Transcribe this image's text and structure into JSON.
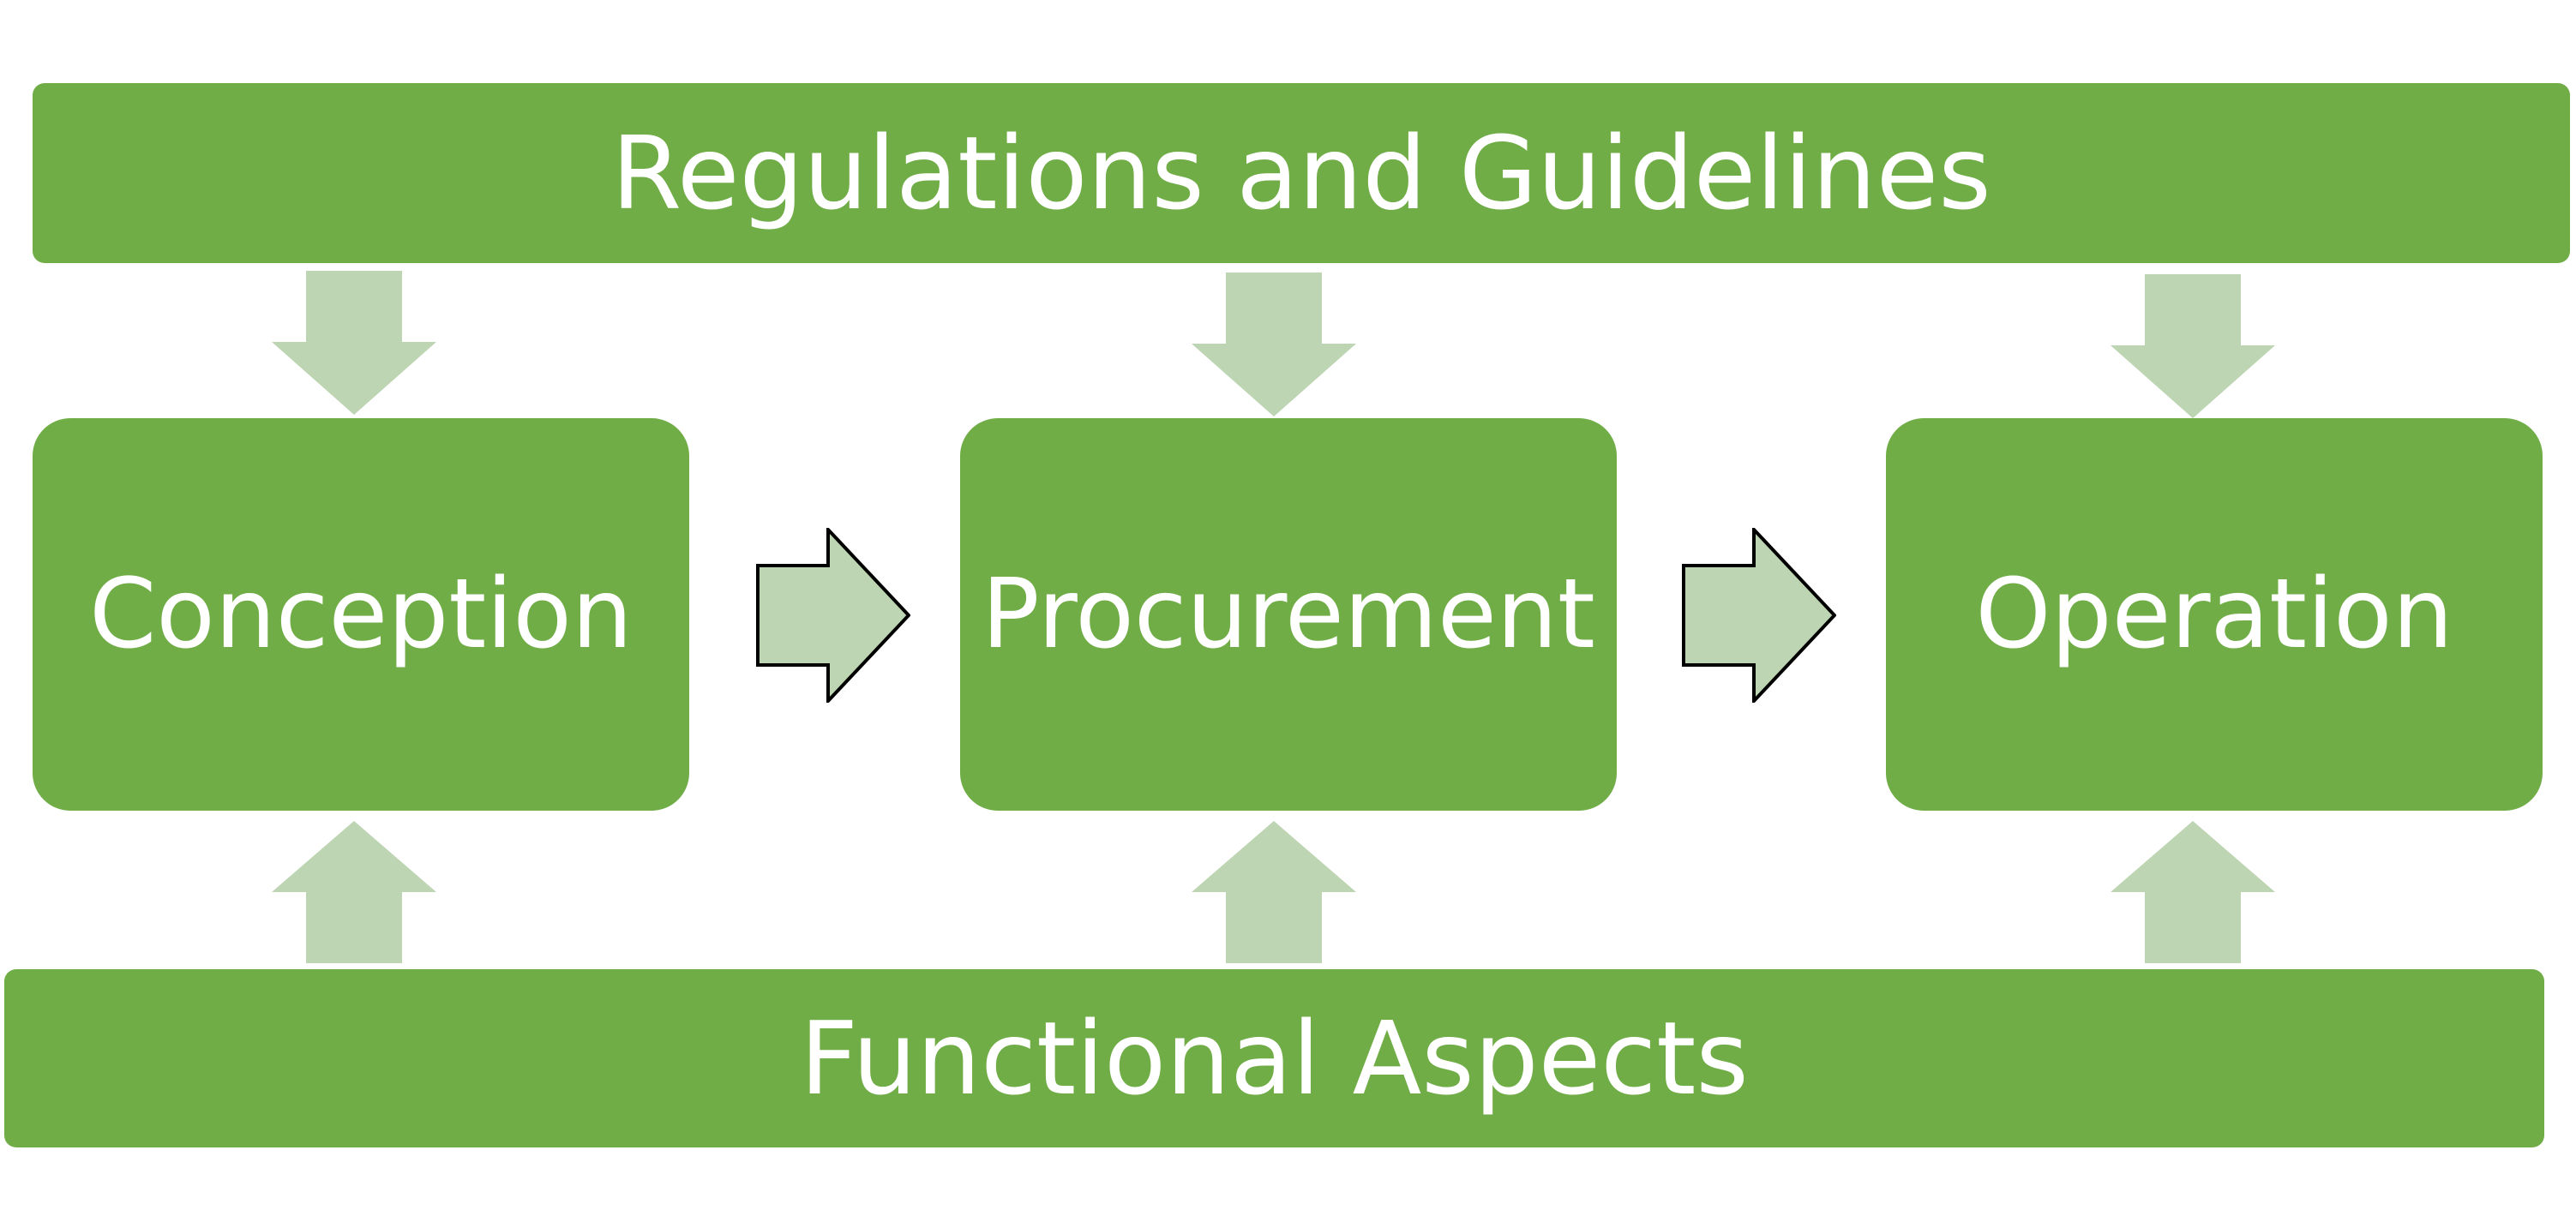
{
  "diagram": {
    "top_banner": "Regulations and Guidelines",
    "bottom_banner": "Functional Aspects",
    "stages": [
      {
        "label": "Conception"
      },
      {
        "label": "Procurement"
      },
      {
        "label": "Operation"
      }
    ],
    "colors": {
      "box_fill": "#70ad47",
      "box_text": "#ffffff",
      "arrow_fill": "#bdd5b3",
      "arrow_outline": "#000000"
    },
    "icons": {
      "vertical_arrows": "block-arrow-icon",
      "process_arrows": "right-block-arrow-icon"
    }
  }
}
